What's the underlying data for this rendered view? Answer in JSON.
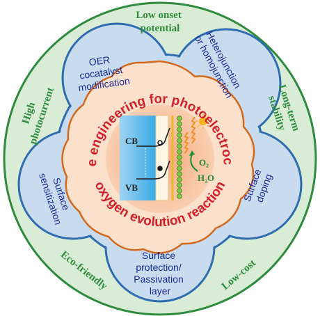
{
  "colors": {
    "outer_border": "#2e8b3e",
    "outer_fill": "#d9ecd6",
    "petal_border": "#2f6db0",
    "petal_fill": "#c9dcef",
    "inner_border": "#d2691e",
    "inner_fill": "#fbe0cc",
    "green_text": "#2e8b3e",
    "blue_text": "#1a2a9c",
    "red_text": "#d4202a"
  },
  "outer_ring": {
    "top": [
      "Low onset",
      "potential"
    ],
    "right": [
      "Long-term",
      "stability"
    ],
    "bottom_right": "Low-cost",
    "bottom_left": "Eco-friendly",
    "left": [
      "High",
      "photocurrent"
    ]
  },
  "petals": {
    "top_left": [
      "OER",
      "cocatalyst",
      "modification"
    ],
    "top_right": [
      "Heterojunction",
      "or homojunction"
    ],
    "right": [
      "Surface",
      "doping"
    ],
    "bottom": [
      "Surface",
      "protection/",
      "Passivation",
      "layer"
    ],
    "left": [
      "Surface",
      "sensitization"
    ]
  },
  "ring_text": {
    "upper": "Interface engineering for photoelectrochemical",
    "lower": "oxygen evolution reaction"
  },
  "center": {
    "cb": "CB",
    "vb": "VB",
    "o2": "O₂",
    "h2o": "H₂O",
    "icons": [
      "semiconductor-slab-icon",
      "sun-icon",
      "light-ray-icon",
      "electron-hole-icon",
      "cocatalyst-particles-icon"
    ]
  }
}
